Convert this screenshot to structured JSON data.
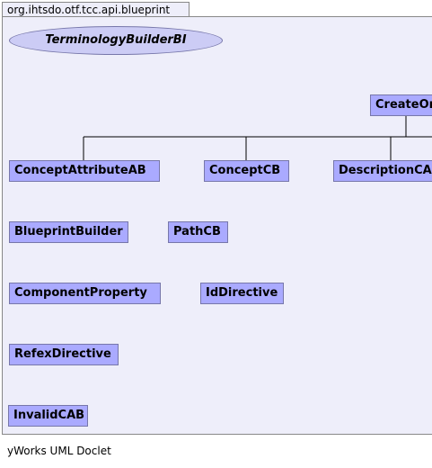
{
  "package": {
    "name": "org.ihtsdo.otf.tcc.api.blueprint"
  },
  "interface": {
    "name": "TerminologyBuilderBI"
  },
  "classes": {
    "create_or_amend": "CreateOrAmendBlueprint",
    "concept_attribute_ab": "ConceptAttributeAB",
    "concept_cb": "ConceptCB",
    "description_cab": "DescriptionCAB",
    "blueprint_builder": "BlueprintBuilder",
    "path_cb": "PathCB",
    "component_property": "ComponentProperty",
    "id_directive": "IdDirective",
    "refex_directive": "RefexDirective",
    "invalid_cab": "InvalidCAB"
  },
  "footer": {
    "text": "yWorks UML Doclet"
  },
  "colors": {
    "class_fill": "#aaaaff",
    "interface_fill": "#ccccf5",
    "package_fill": "#eeeefa",
    "border": "#7777aa"
  }
}
